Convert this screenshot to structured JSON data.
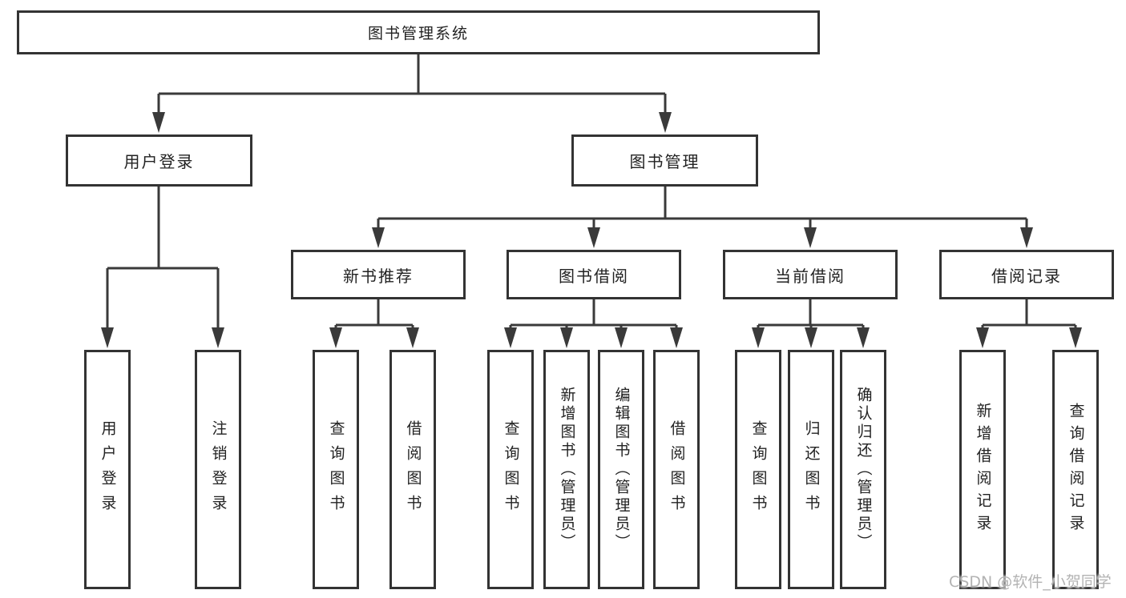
{
  "title": "图书管理系统",
  "level2": [
    {
      "label": "用户登录"
    },
    {
      "label": "图书管理"
    }
  ],
  "level3": [
    {
      "label": "新书推荐"
    },
    {
      "label": "图书借阅"
    },
    {
      "label": "当前借阅"
    },
    {
      "label": "借阅记录"
    }
  ],
  "leaves": {
    "user_login": [
      "用户登录",
      "注销登录"
    ],
    "new_books": [
      "查询图书",
      "借阅图书"
    ],
    "book_borrow": [
      "查询图书",
      "新增图书（管理员）",
      "编辑图书（管理员）",
      "借阅图书"
    ],
    "current_borrow": [
      "查询图书",
      "归还图书",
      "确认归还（管理员）"
    ],
    "borrow_records": [
      "新增借阅记录",
      "查询借阅记录"
    ]
  },
  "watermark": "CSDN @软件_小贺同学",
  "colors": {
    "line": "#3a3a3a",
    "box_border": "#333333",
    "text": "#222222",
    "watermark": "#b3b3b3",
    "background": "#ffffff"
  }
}
